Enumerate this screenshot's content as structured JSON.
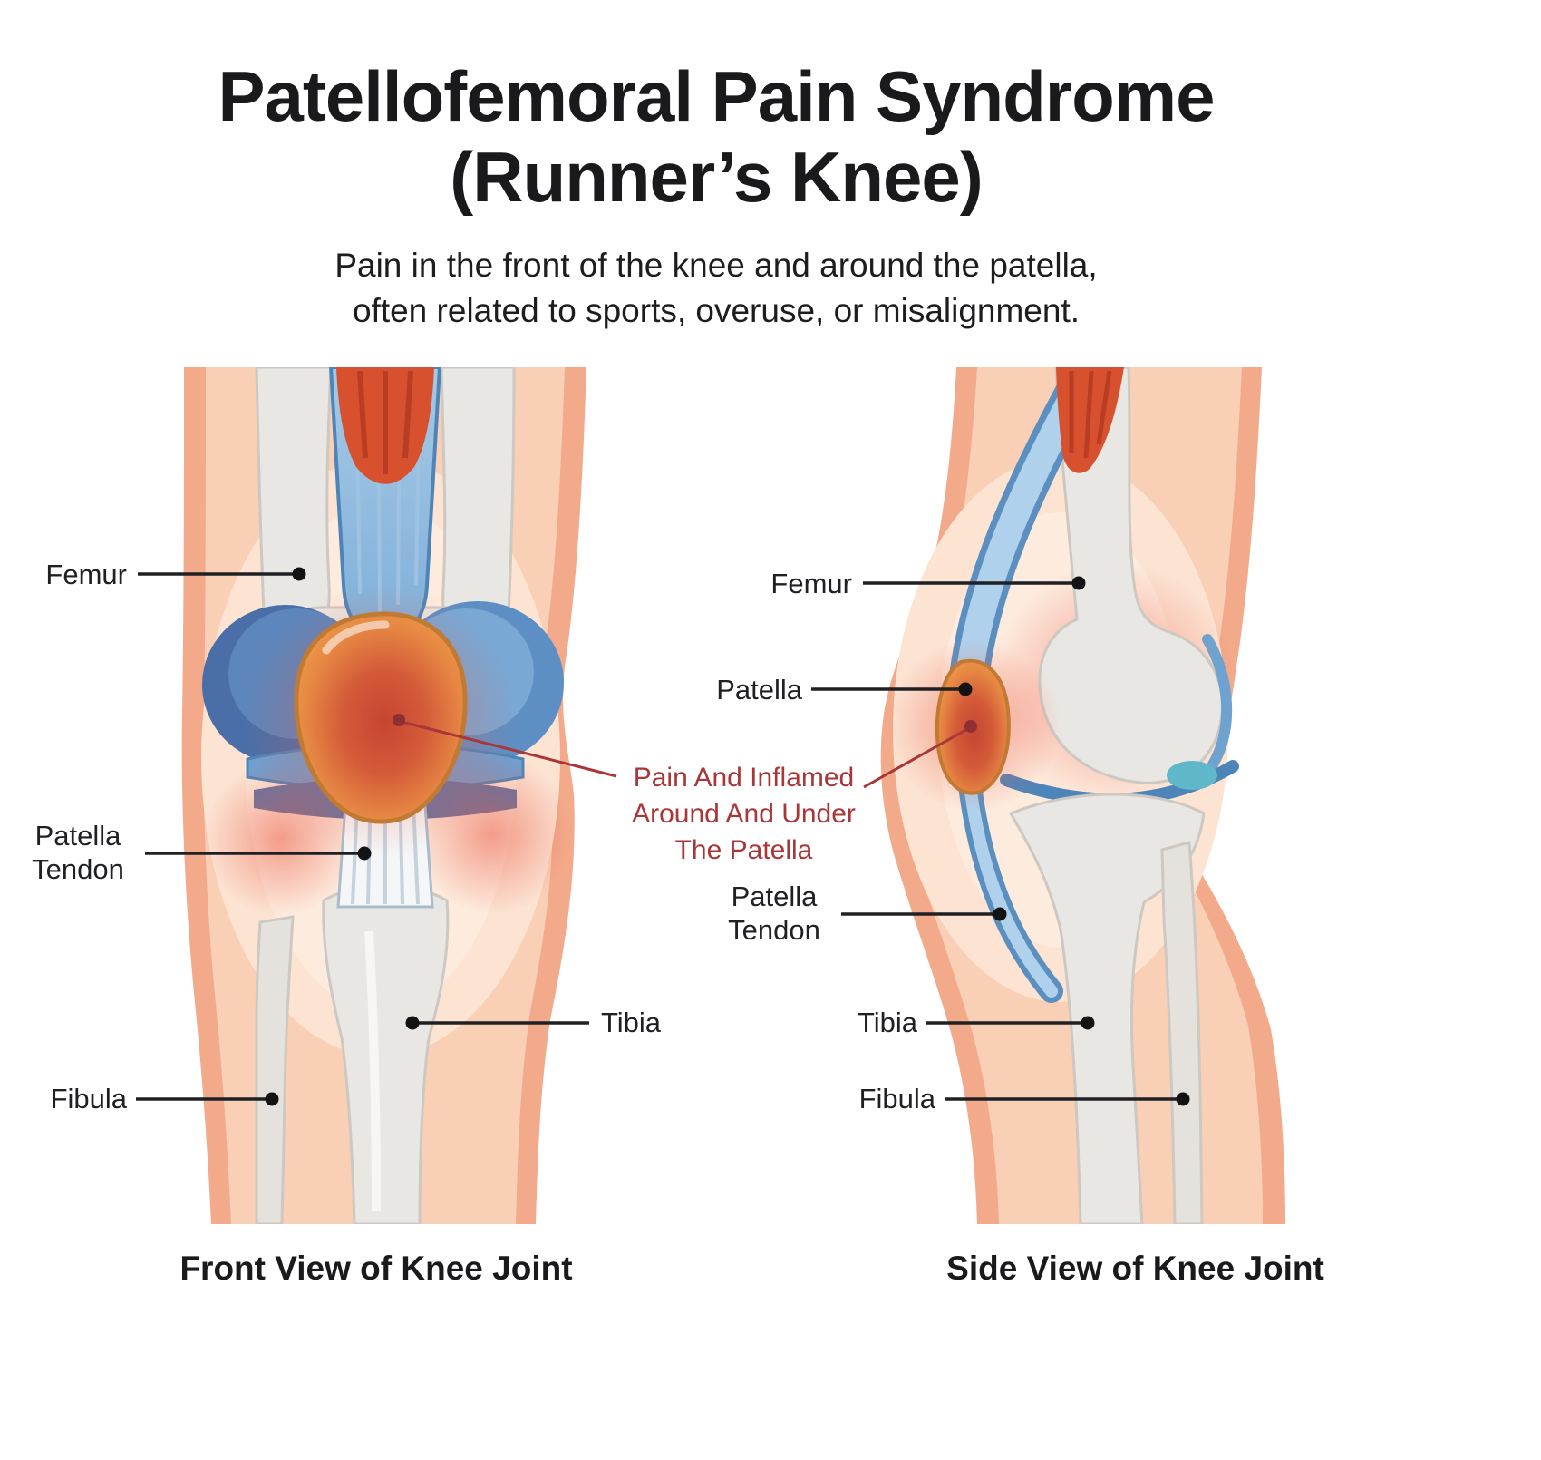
{
  "page": {
    "background": "#FFFFFF"
  },
  "title": {
    "line1": "Patellofemoral Pain Syndrome",
    "line2": "(Runner’s Knee)"
  },
  "subtitle": {
    "line1": "Pain in the front of the knee and around the patella,",
    "line2": "often related to sports, overuse, or misalignment."
  },
  "annotation": {
    "line1": "Pain And Inflamed",
    "line2": "Around And Under",
    "line3": "The Patella"
  },
  "front_view": {
    "caption": "Front View of Knee Joint",
    "labels": {
      "femur": "Femur",
      "patella_tendon_line1": "Patella",
      "patella_tendon_line2": "Tendon",
      "fibula": "Fibula",
      "tibia": "Tibia"
    }
  },
  "side_view": {
    "caption": "Side View of Knee Joint",
    "labels": {
      "femur": "Femur",
      "patella": "Patella",
      "patella_tendon_line1": "Patella",
      "patella_tendon_line2": "Tendon",
      "tibia": "Tibia",
      "fibula": "Fibula"
    }
  },
  "colors": {
    "label_text": "#1F2023",
    "annotation_red": "#A93638",
    "skin_edge": "#F2AA8B",
    "skin_light": "#F9CFB6",
    "bone": "#E9E7E3",
    "tendon_blue": "#7FAFD8",
    "patella_orange": "#EFA24B",
    "inflamed_red": "#C64531"
  }
}
